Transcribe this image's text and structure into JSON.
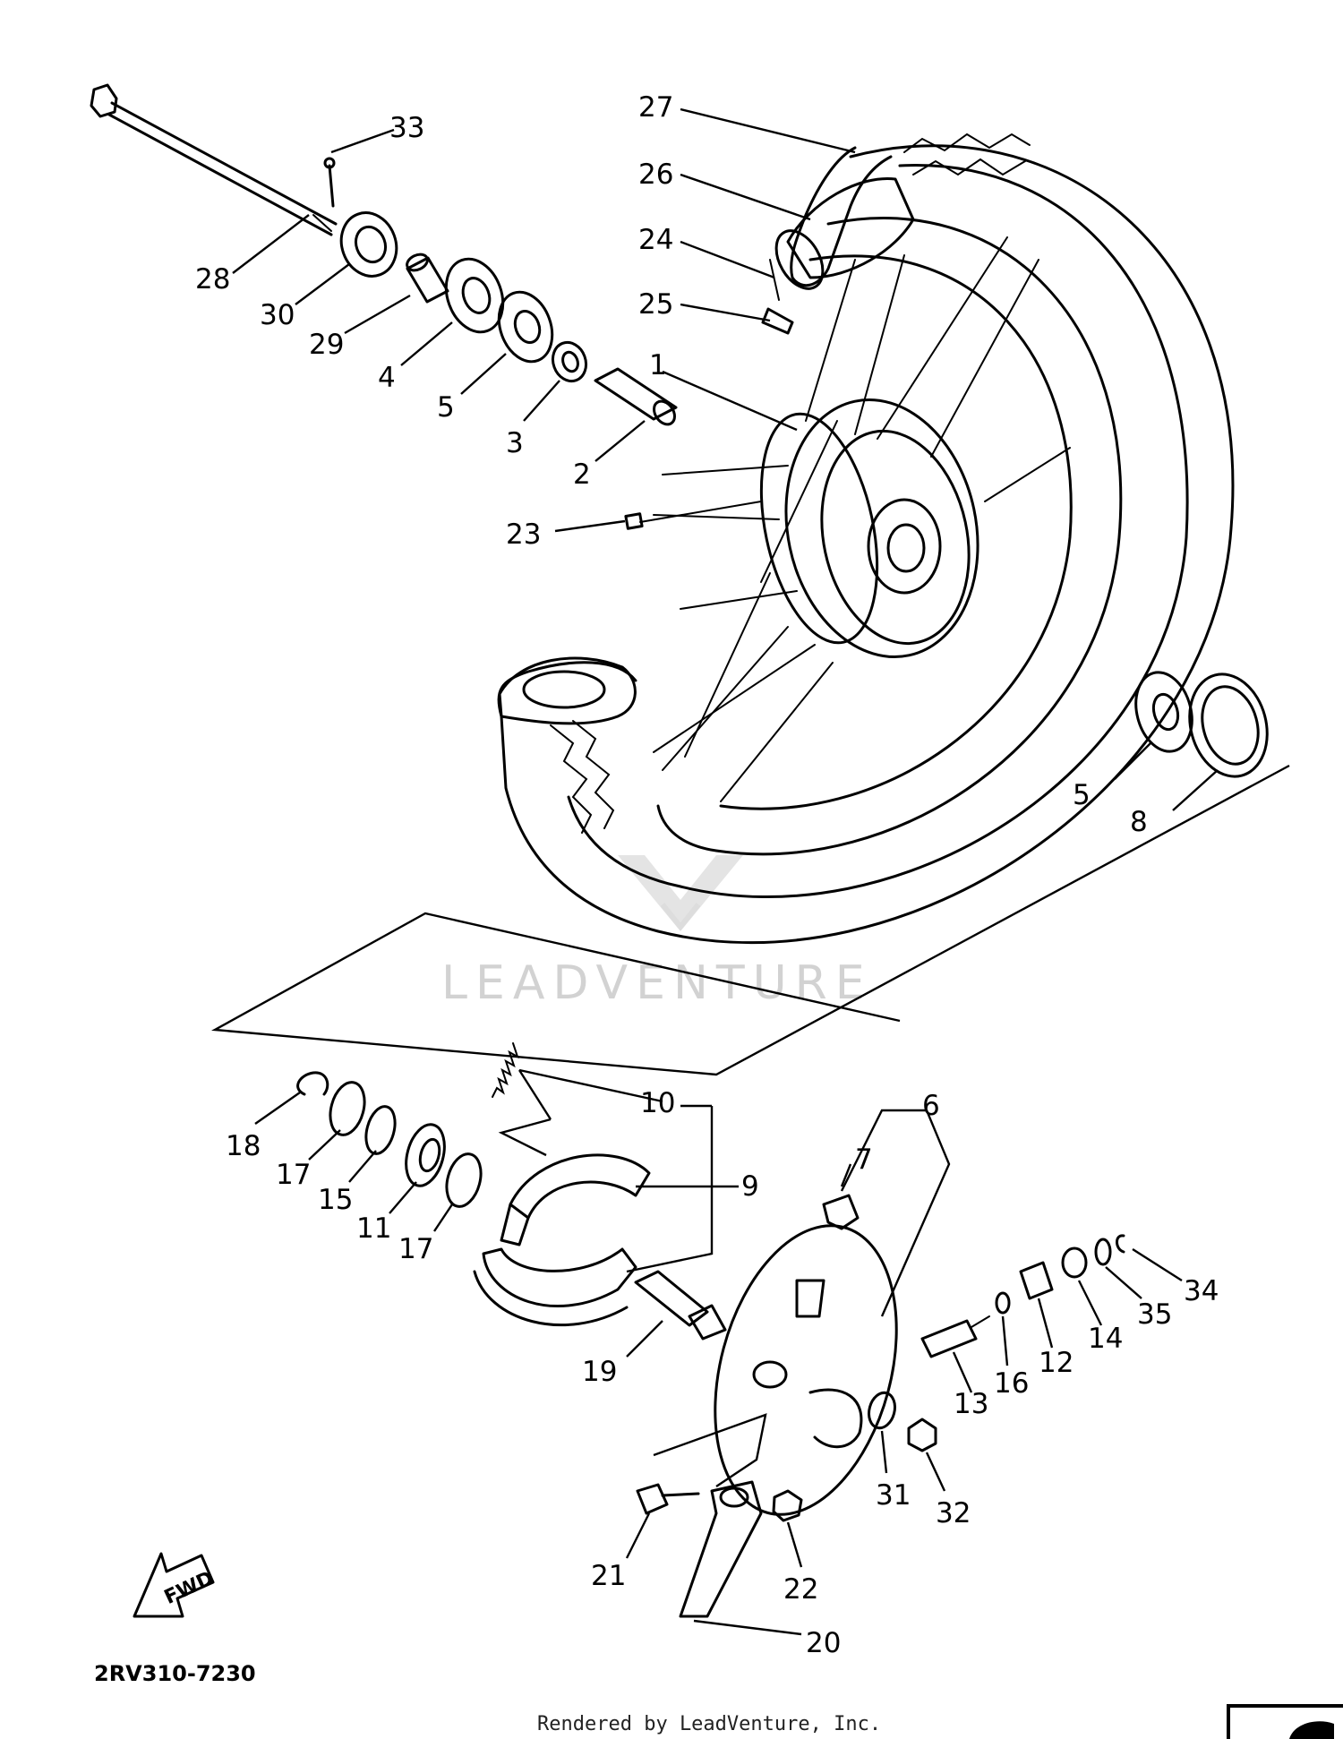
{
  "diagram": {
    "code": "2RV310-7230",
    "credit": "Rendered by LeadVenture, Inc.",
    "watermark": "LEADVENTURE",
    "fwd_label": "FWD",
    "callouts": [
      {
        "id": "c27",
        "label": "27"
      },
      {
        "id": "c26",
        "label": "26"
      },
      {
        "id": "c24",
        "label": "24"
      },
      {
        "id": "c25",
        "label": "25"
      },
      {
        "id": "c33",
        "label": "33"
      },
      {
        "id": "c28",
        "label": "28"
      },
      {
        "id": "c30",
        "label": "30"
      },
      {
        "id": "c29",
        "label": "29"
      },
      {
        "id": "c4",
        "label": "4"
      },
      {
        "id": "c5a",
        "label": "5"
      },
      {
        "id": "c3",
        "label": "3"
      },
      {
        "id": "c1",
        "label": "1"
      },
      {
        "id": "c2",
        "label": "2"
      },
      {
        "id": "c23",
        "label": "23"
      },
      {
        "id": "c5b",
        "label": "5"
      },
      {
        "id": "c8",
        "label": "8"
      },
      {
        "id": "c10",
        "label": "10"
      },
      {
        "id": "c18",
        "label": "18"
      },
      {
        "id": "c17a",
        "label": "17"
      },
      {
        "id": "c15",
        "label": "15"
      },
      {
        "id": "c11",
        "label": "11"
      },
      {
        "id": "c17b",
        "label": "17"
      },
      {
        "id": "c9",
        "label": "9"
      },
      {
        "id": "c6",
        "label": "6"
      },
      {
        "id": "c7",
        "label": "7"
      },
      {
        "id": "c34",
        "label": "34"
      },
      {
        "id": "c35",
        "label": "35"
      },
      {
        "id": "c14",
        "label": "14"
      },
      {
        "id": "c12",
        "label": "12"
      },
      {
        "id": "c16",
        "label": "16"
      },
      {
        "id": "c13",
        "label": "13"
      },
      {
        "id": "c19",
        "label": "19"
      },
      {
        "id": "c31",
        "label": "31"
      },
      {
        "id": "c32",
        "label": "32"
      },
      {
        "id": "c21",
        "label": "21"
      },
      {
        "id": "c22",
        "label": "22"
      },
      {
        "id": "c20",
        "label": "20"
      }
    ]
  }
}
